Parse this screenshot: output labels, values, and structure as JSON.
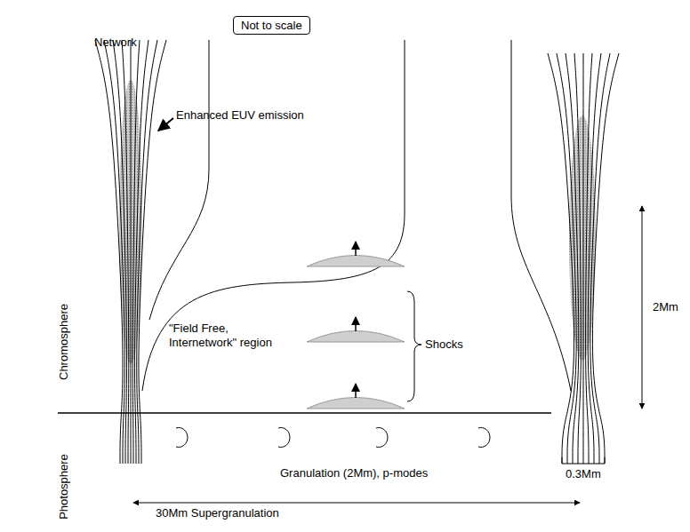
{
  "diagram": {
    "nodes": [
      {
        "text": [
          "Not to scale"
        ]
      }
    ],
    "labels": [
      "Network",
      "Enhanced EUV emission",
      "Chromosphere",
      "\"Field Free, Internetwork\" region",
      "Shocks",
      "2Mm",
      "Photosphere",
      "Granulation (2Mm), p-modes",
      "0.3Mm",
      "30Mm Supergranulation"
    ]
  }
}
